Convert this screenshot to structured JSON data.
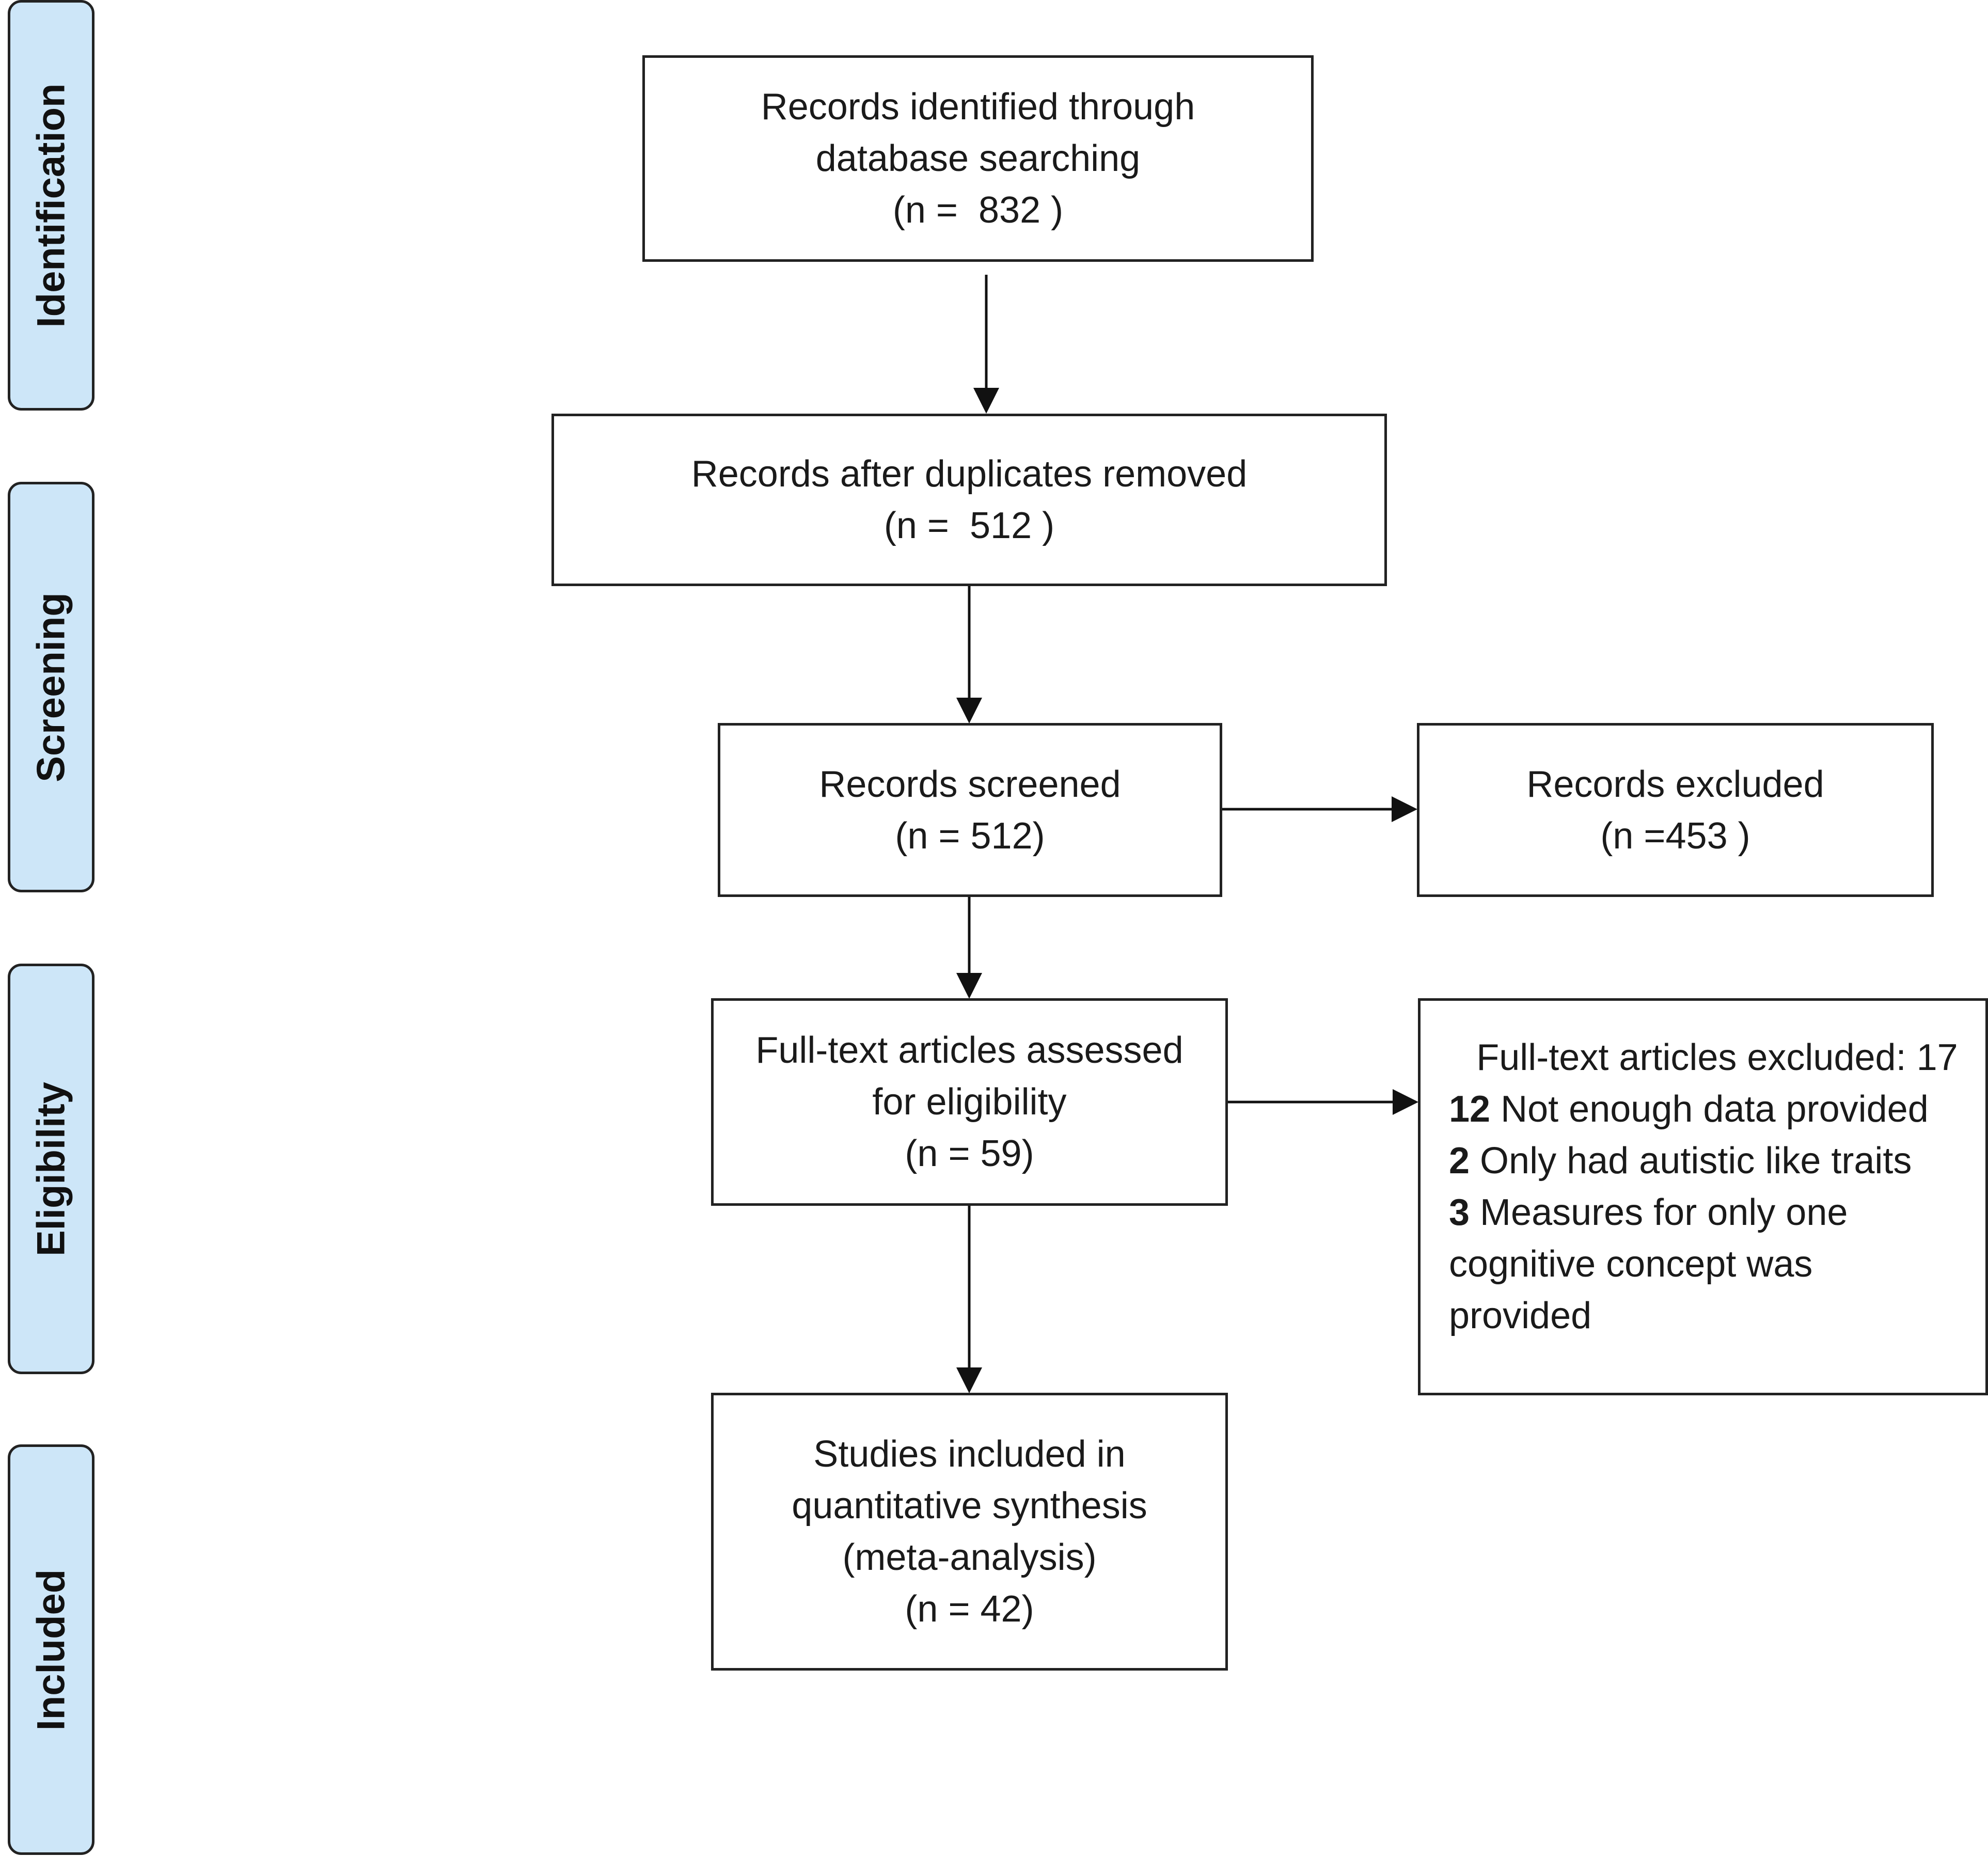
{
  "stages": [
    {
      "id": "identification",
      "label": "Identification"
    },
    {
      "id": "screening",
      "label": "Screening"
    },
    {
      "id": "eligibility",
      "label": "Eligibility"
    },
    {
      "id": "included",
      "label": "Included"
    }
  ],
  "boxes": {
    "identified": {
      "lines": [
        "Records identified through",
        "database searching",
        "(n =  832 )"
      ]
    },
    "duplicates_removed": {
      "lines": [
        "Records after duplicates removed",
        "(n =  512 )"
      ]
    },
    "screened": {
      "lines": [
        "Records screened",
        "(n = 512)"
      ]
    },
    "excluded": {
      "lines": [
        "Records excluded",
        "(n =453 )"
      ]
    },
    "fulltext_assessed": {
      "lines": [
        "Full-text articles assessed",
        "for eligibility",
        "(n = 59)"
      ]
    },
    "fulltext_excluded": {
      "title": "Full-text articles excluded: 17",
      "reasons": [
        {
          "count": "12",
          "text": " Not enough data provided"
        },
        {
          "count": "2",
          "text": " Only had autistic like traits"
        },
        {
          "count": "3",
          "text": " Measures for only one"
        }
      ],
      "continuation": [
        "cognitive concept was",
        "provided"
      ]
    },
    "included": {
      "lines": [
        "Studies included in",
        "quantitative synthesis",
        "(meta-analysis)",
        "(n = 42)"
      ]
    }
  }
}
